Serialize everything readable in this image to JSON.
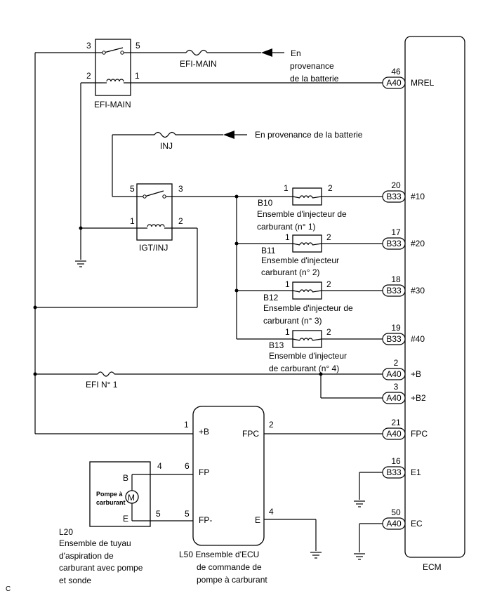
{
  "relays": {
    "efi_main": {
      "label": "EFI-MAIN",
      "p1": "1",
      "p2": "2",
      "p3": "3",
      "p5": "5"
    },
    "igt_inj": {
      "label": "IGT/INJ",
      "p1": "1",
      "p2": "2",
      "p3": "3",
      "p5": "5"
    }
  },
  "fuses": {
    "efi_main": "EFI-MAIN",
    "inj": "INJ",
    "efi_no1": "EFI N° 1"
  },
  "battery": {
    "top_l1": "En",
    "top_l2": "provenance",
    "top_l3": "de la batterie",
    "mid": "En provenance de la batterie"
  },
  "injectors": [
    {
      "id": "B10",
      "l1": "Ensemble d'injecteur de",
      "l2": "carburant (n° 1)",
      "p1": "1",
      "p2": "2"
    },
    {
      "id": "B11",
      "l1": "Ensemble d'injecteur",
      "l2": "carburant (n° 2)",
      "p1": "1",
      "p2": "2"
    },
    {
      "id": "B12",
      "l1": "Ensemble d'injecteur de",
      "l2": "carburant (n° 3)",
      "p1": "1",
      "p2": "2"
    },
    {
      "id": "B13",
      "l1": "Ensemble d'injecteur",
      "l2": "de carburant (n° 4)",
      "p1": "1",
      "p2": "2"
    }
  ],
  "ecm": {
    "label": "ECM",
    "pins": [
      {
        "num": "46",
        "conn": "A40",
        "name": "MREL"
      },
      {
        "num": "20",
        "conn": "B33",
        "name": "#10"
      },
      {
        "num": "17",
        "conn": "B33",
        "name": "#20"
      },
      {
        "num": "18",
        "conn": "B33",
        "name": "#30"
      },
      {
        "num": "19",
        "conn": "B33",
        "name": "#40"
      },
      {
        "num": "2",
        "conn": "A40",
        "name": "+B"
      },
      {
        "num": "3",
        "conn": "A40",
        "name": "+B2"
      },
      {
        "num": "21",
        "conn": "A40",
        "name": "FPC"
      },
      {
        "num": "16",
        "conn": "B33",
        "name": "E1"
      },
      {
        "num": "50",
        "conn": "A40",
        "name": "EC"
      }
    ]
  },
  "fp_ecu": {
    "pin_b": "+B",
    "pin_fp": "FP",
    "pin_fpm": "FP-",
    "pin_fpc": "FPC",
    "pin_e": "E",
    "num_b": "1",
    "num_fp": "6",
    "num_fpm": "5",
    "num_fpc": "2",
    "num_e": "4",
    "l1": "L50 Ensemble d'ECU",
    "l2": "de commande de",
    "l3": "pompe à carburant"
  },
  "pump": {
    "motor": "M",
    "title_l1": "Pompe à",
    "title_l2": "carburant",
    "pin_b": "B",
    "pin_e": "E",
    "num_b": "4",
    "num_e": "5",
    "l0": "L20",
    "l1": "Ensemble de tuyau",
    "l2": "d'aspiration de",
    "l3": "carburant avec pompe",
    "l4": "et sonde"
  },
  "corner": "C"
}
